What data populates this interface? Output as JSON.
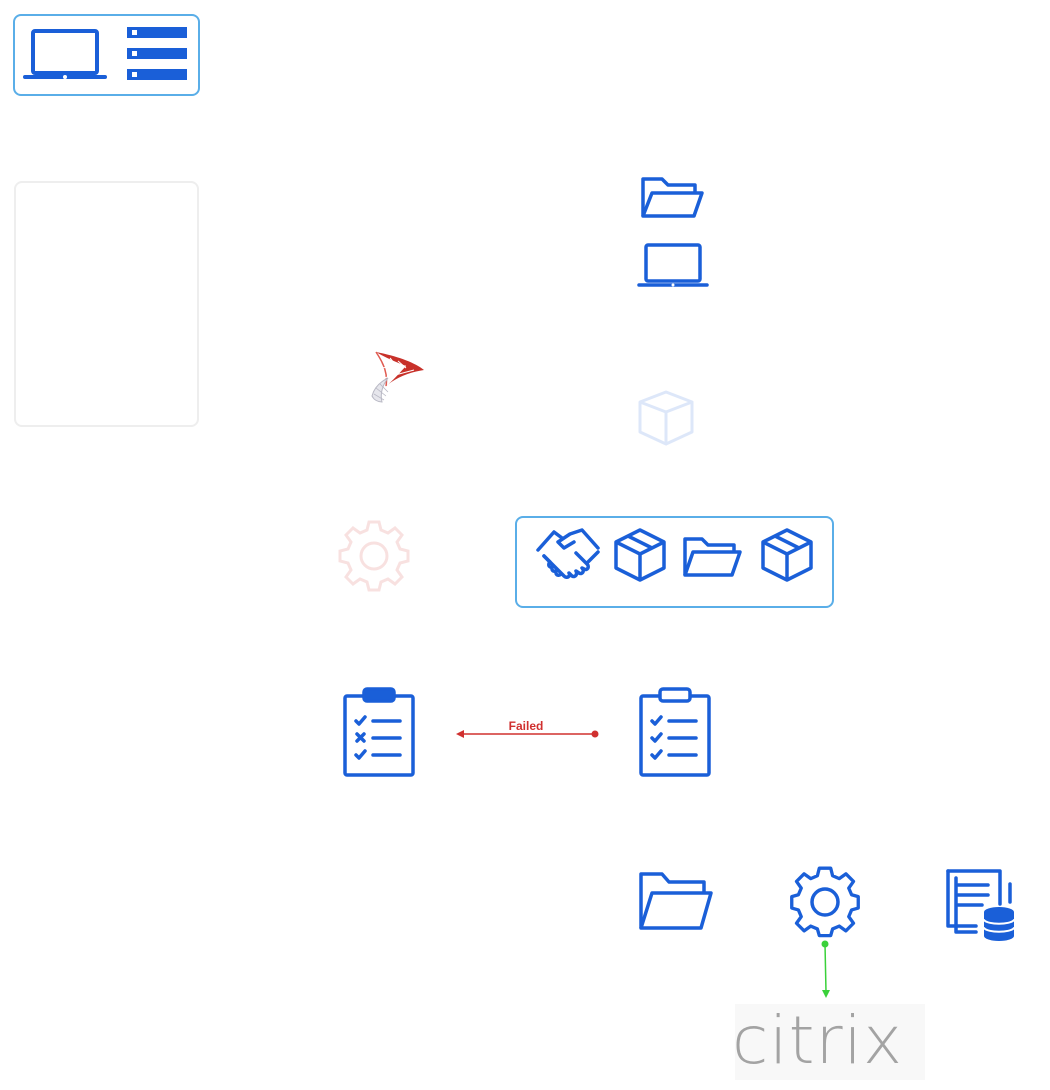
{
  "colors": {
    "icon_blue": "#1a5fd8",
    "group_border": "#5aaee8",
    "panel_border": "#eeeeee",
    "failed_edge": "#d0302f",
    "success_edge": "#3ad13a",
    "citrix_gray": "#a3a3a3"
  },
  "diagram": {
    "nodes": [
      {
        "id": "client-laptop",
        "icon": "laptop-icon"
      },
      {
        "id": "server-rack",
        "icon": "server-rack-icon"
      },
      {
        "id": "folder-top",
        "icon": "folder-icon"
      },
      {
        "id": "laptop-top",
        "icon": "laptop-icon"
      },
      {
        "id": "sql-server",
        "icon": "sql-server-logo"
      },
      {
        "id": "package-faded",
        "icon": "package-icon"
      },
      {
        "id": "gear-faded",
        "icon": "gear-icon"
      },
      {
        "id": "handshake",
        "icon": "handshake-icon"
      },
      {
        "id": "package-1",
        "icon": "package-icon"
      },
      {
        "id": "folder-group",
        "icon": "folder-icon"
      },
      {
        "id": "package-2",
        "icon": "package-icon"
      },
      {
        "id": "checklist-failed",
        "icon": "checklist-icon"
      },
      {
        "id": "checklist-passed",
        "icon": "checklist-icon"
      },
      {
        "id": "folder-bottom",
        "icon": "folder-icon"
      },
      {
        "id": "gear-bottom",
        "icon": "gear-icon"
      },
      {
        "id": "database-document",
        "icon": "database-document-icon"
      },
      {
        "id": "citrix",
        "icon": "citrix-logo"
      }
    ],
    "edges": [
      {
        "from": "checklist-passed",
        "to": "checklist-failed",
        "label": "Failed",
        "color": "#d0302f"
      },
      {
        "from": "gear-bottom",
        "to": "citrix",
        "label": "",
        "color": "#3ad13a"
      }
    ],
    "logos": {
      "citrix": "citrix"
    }
  }
}
